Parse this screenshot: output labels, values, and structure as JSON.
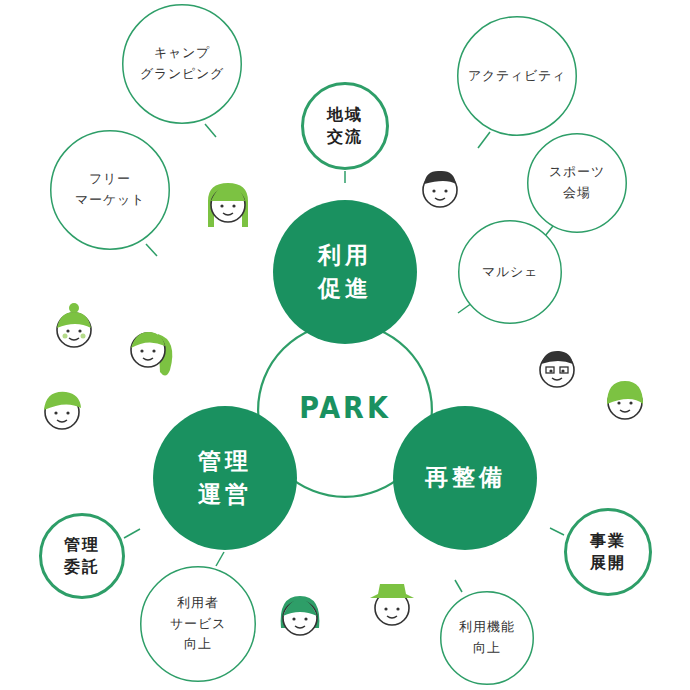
{
  "diagram": {
    "nodes": [
      {
        "text": [
          "キャンプ グランピング"
        ]
      },
      {
        "text": [
          "地域 交流"
        ]
      },
      {
        "text": [
          "アクティビティ"
        ]
      },
      {
        "text": [
          "フリー マーケット"
        ]
      },
      {
        "text": [
          "スポーツ 会場"
        ]
      },
      {
        "text": [
          "利用 促進"
        ]
      },
      {
        "text": [
          "マルシェ"
        ]
      },
      {
        "text": [
          "PARK"
        ]
      },
      {
        "text": [
          "管理 運営"
        ]
      },
      {
        "text": [
          "再整備"
        ]
      },
      {
        "text": [
          "管理 委託"
        ]
      },
      {
        "text": [
          "事業 展開"
        ]
      },
      {
        "text": [
          "利用者 サービス 向上"
        ]
      },
      {
        "text": [
          "利用機能 向上"
        ]
      }
    ]
  }
}
